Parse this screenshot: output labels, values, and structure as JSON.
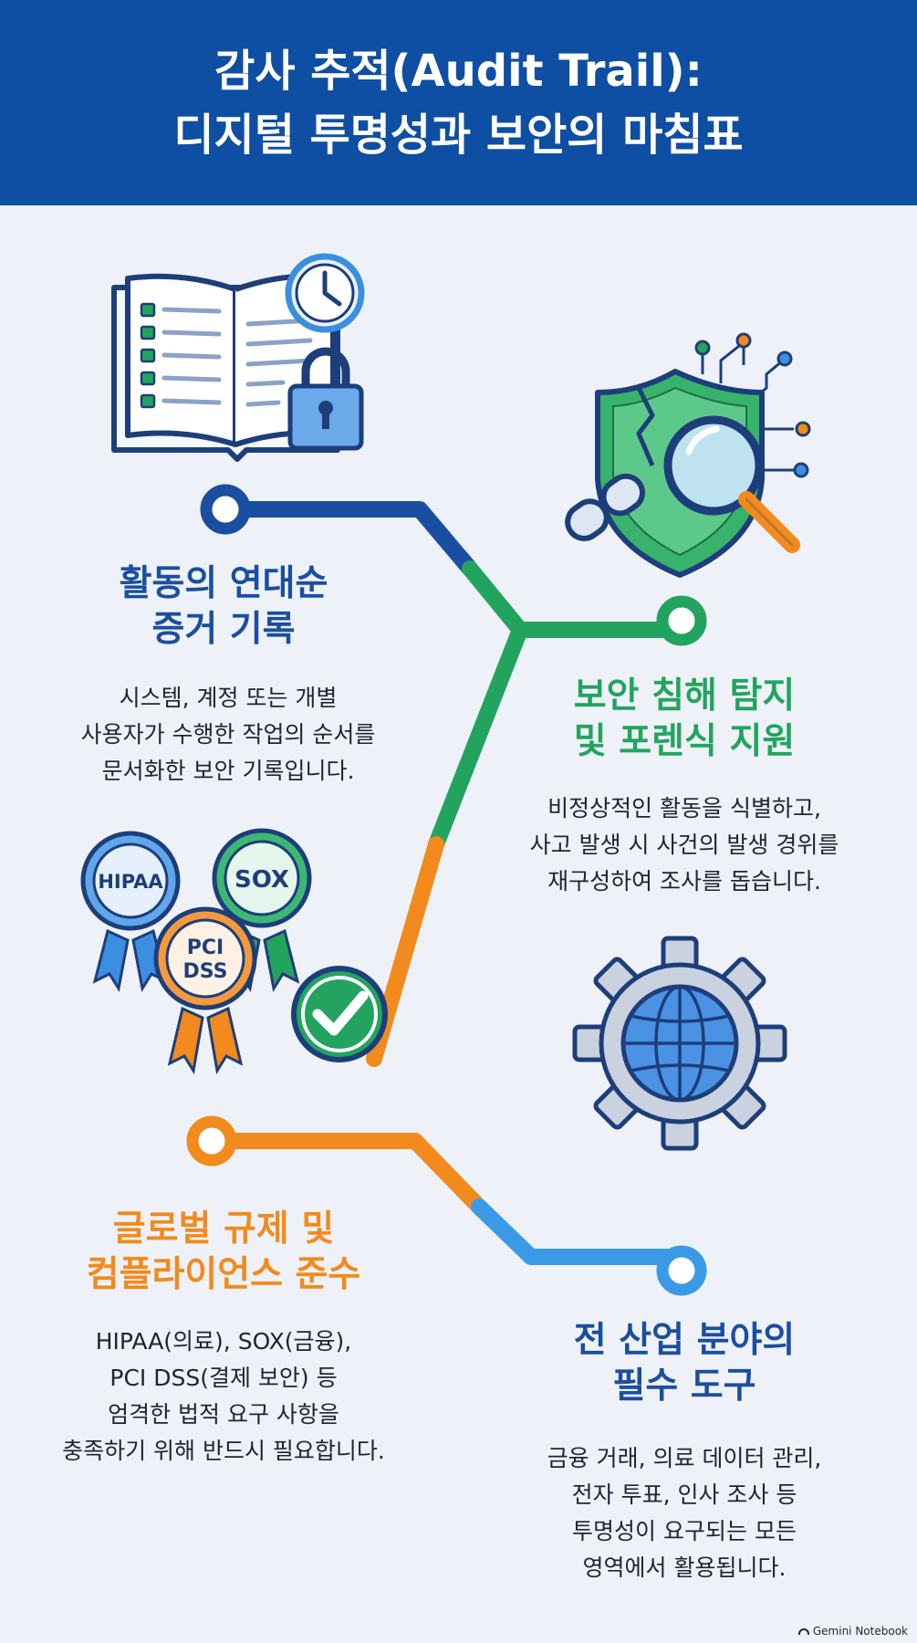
{
  "title": {
    "line1": "감사 추적(Audit Trail):",
    "line2": "디지털 투명성과 보안의 마침표"
  },
  "sections": [
    {
      "heading": [
        "활동의 연대순",
        "증거 기록"
      ],
      "body": [
        "시스템, 계정 또는 개별",
        "사용자가 수행한 작업의 순서를",
        "문서화한 보안 기록입니다."
      ],
      "color": "#1a4ea0",
      "icon": "open-book-clock-lock-icon"
    },
    {
      "heading": [
        "보안 침해 탐지",
        "및 포렌식 지원"
      ],
      "body": [
        "비정상적인 활동을 식별하고,",
        "사고 발생 시 사건의 발생 경위를",
        "재구성하여 조사를 돕습니다."
      ],
      "color": "#22a45f",
      "icon": "shield-magnifier-icon"
    },
    {
      "heading": [
        "글로벌 규제 및",
        "컴플라이언스 준수"
      ],
      "body": [
        "HIPAA(의료), SOX(금융),",
        "PCI DSS(결제 보안) 등",
        "엄격한 법적 요구 사항을",
        "충족하기 위해 반드시 필요합니다."
      ],
      "color": "#f28a1d",
      "icon": "compliance-badges-icon"
    },
    {
      "heading": [
        "전 산업 분야의",
        "필수 도구"
      ],
      "body": [
        "금융 거래, 의료 데이터 관리,",
        "전자 투표, 인사 조사 등",
        "투명성이 요구되는 모든",
        "영역에서 활용됩니다."
      ],
      "color": "#3b8fe0",
      "icon": "gear-globe-icon"
    }
  ],
  "badges": {
    "hipaa": "HIPAA",
    "sox": "SOX",
    "pci_line1": "PCI",
    "pci_line2": "DSS"
  },
  "footer": {
    "brand": "Gemini Notebook"
  }
}
